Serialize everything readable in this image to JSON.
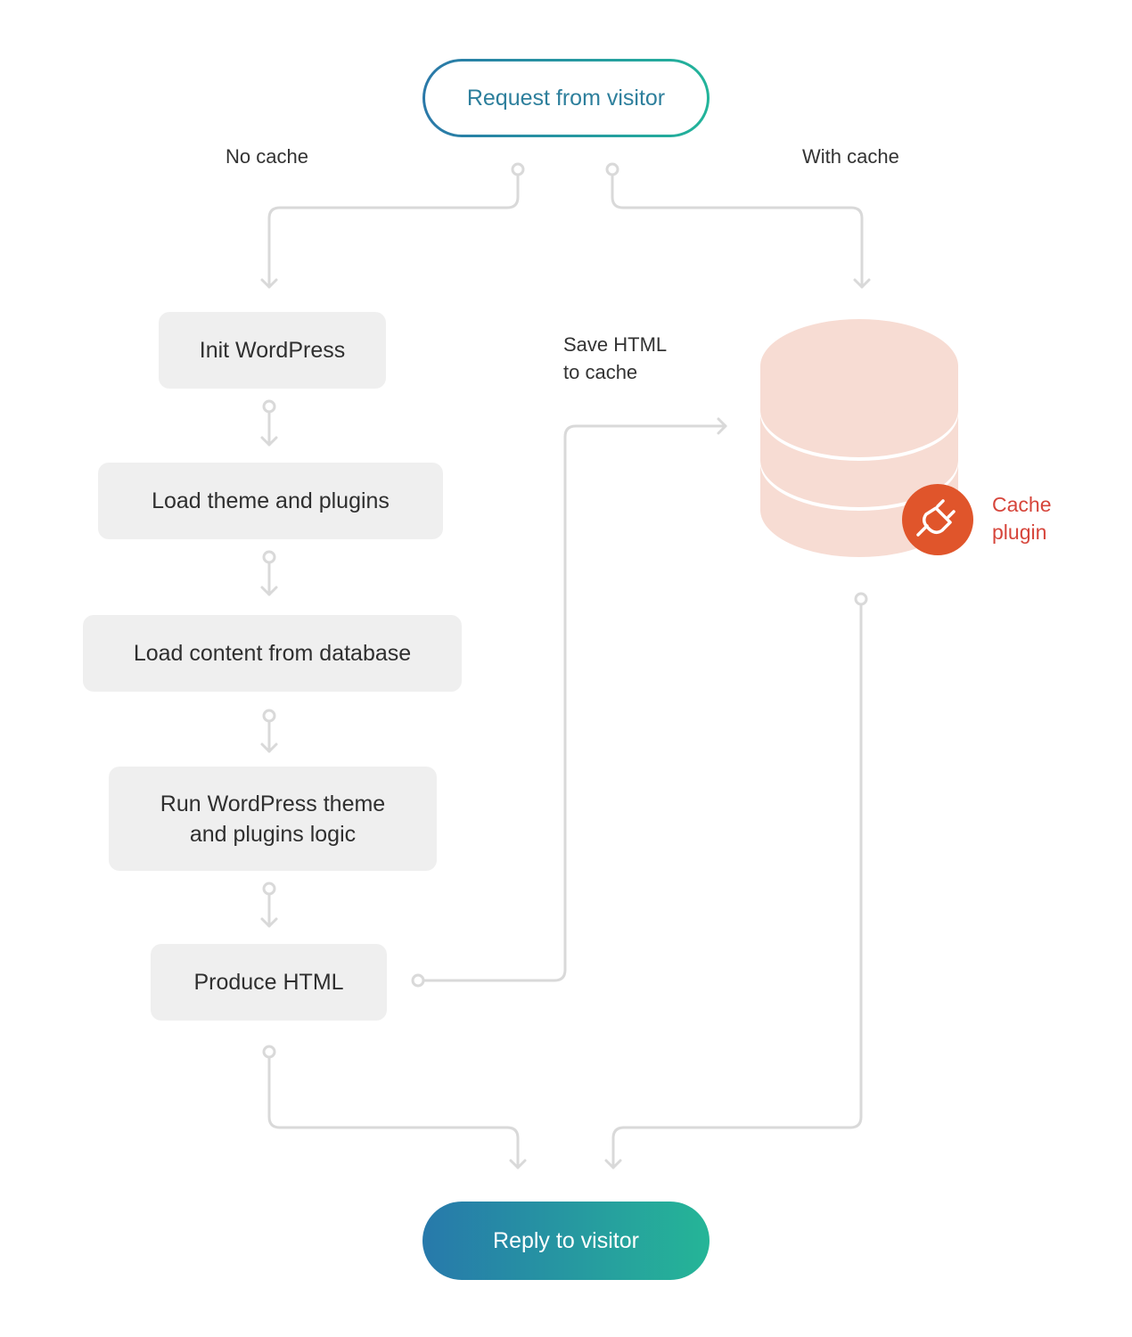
{
  "request": {
    "label": "Request from visitor"
  },
  "reply": {
    "label": "Reply to visitor"
  },
  "branches": {
    "no_cache": "No cache",
    "with_cache": "With cache"
  },
  "steps": [
    {
      "line1": "Init WordPress",
      "line2": ""
    },
    {
      "line1": "Load theme and plugins",
      "line2": ""
    },
    {
      "line1": "Load content from database",
      "line2": ""
    },
    {
      "line1": "Run WordPress theme",
      "line2": "and plugins logic"
    },
    {
      "line1": "Produce HTML",
      "line2": ""
    }
  ],
  "save_label": {
    "line1": "Save HTML",
    "line2": "to cache"
  },
  "cache_plugin": {
    "line1": "Cache",
    "line2": "plugin",
    "icon": "plug-icon"
  },
  "database": {
    "icon": "database-icon"
  },
  "colors": {
    "connector": "#d9d9d9",
    "box_fill": "#efefef",
    "db_fill": "#f7dcd3",
    "plugin_fill": "#e0552b",
    "plugin_text": "#d6453b",
    "gradient_start": "#2a78a8",
    "gradient_end": "#22b49a"
  }
}
